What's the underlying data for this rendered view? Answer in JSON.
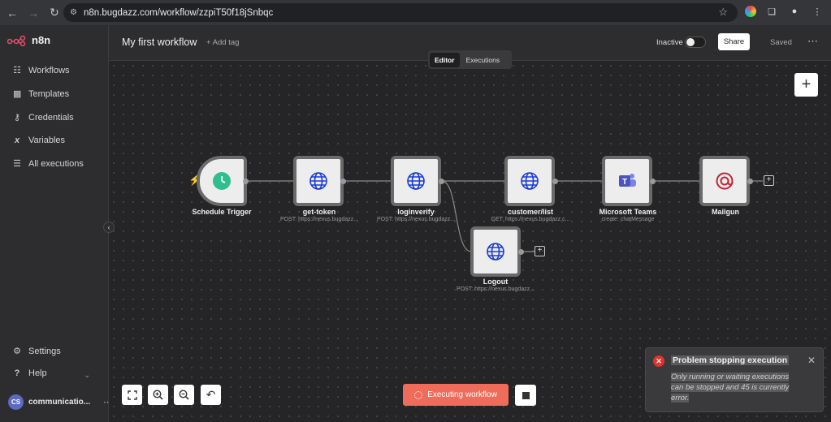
{
  "browser": {
    "url": "n8n.bugdazz.com/workflow/zzpiT50f18jSnbqc"
  },
  "app": {
    "name": "n8n"
  },
  "sidebar": {
    "items": [
      {
        "label": "Workflows",
        "icon": "workflows-icon"
      },
      {
        "label": "Templates",
        "icon": "templates-icon"
      },
      {
        "label": "Credentials",
        "icon": "key-icon"
      },
      {
        "label": "Variables",
        "icon": "variables-icon"
      },
      {
        "label": "All executions",
        "icon": "list-icon"
      }
    ],
    "bottom": [
      {
        "label": "Settings",
        "icon": "gear-icon"
      },
      {
        "label": "Help",
        "icon": "help-icon"
      }
    ],
    "user": {
      "initials": "CS",
      "name": "communicatio..."
    }
  },
  "header": {
    "title": "My first workflow",
    "add_tag": "+ Add tag",
    "status": "Inactive",
    "share": "Share",
    "saved": "Saved"
  },
  "canvas": {
    "tabs": [
      "Editor",
      "Executions"
    ],
    "active_tab": "Editor",
    "execute_label": "Executing workflow"
  },
  "nodes": [
    {
      "name": "Schedule Trigger",
      "subtitle": "",
      "icon": "clock-icon"
    },
    {
      "name": "get-token",
      "subtitle": "POST: https://nexus.bugdazz...",
      "icon": "globe-icon"
    },
    {
      "name": "loginverify",
      "subtitle": "POST: https://nexus.bugdazz...",
      "icon": "globe-icon"
    },
    {
      "name": "customer/list",
      "subtitle": "GET: https://nexus.bugdazz.c...",
      "icon": "globe-icon"
    },
    {
      "name": "Microsoft Teams",
      "subtitle": "create: chatMessage",
      "icon": "teams-icon"
    },
    {
      "name": "Mailgun",
      "subtitle": "",
      "icon": "mailgun-icon"
    },
    {
      "name": "Logout",
      "subtitle": "POST: https://nexus.bugdazz...",
      "icon": "globe-icon"
    }
  ],
  "toast": {
    "title": "Problem stopping execution",
    "message": "Only running or waiting executions can be stopped and 45 is currently error."
  },
  "colors": {
    "accent": "#ef6c5a",
    "error": "#e0332f",
    "globe": "#1a3bd6",
    "trigger": "#2fbf8f"
  }
}
